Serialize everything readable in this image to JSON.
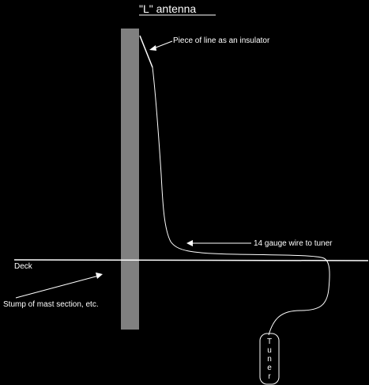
{
  "title": "\"L\" antenna",
  "labels": {
    "insulator": "Piece of line as an insulator",
    "wire": "14 gauge wire to tuner",
    "deck": "Deck",
    "stump": "Stump of mast section, etc.",
    "tuner": "Tuner"
  },
  "colors": {
    "background": "#000000",
    "mast": "#808080",
    "line": "#ffffff"
  }
}
